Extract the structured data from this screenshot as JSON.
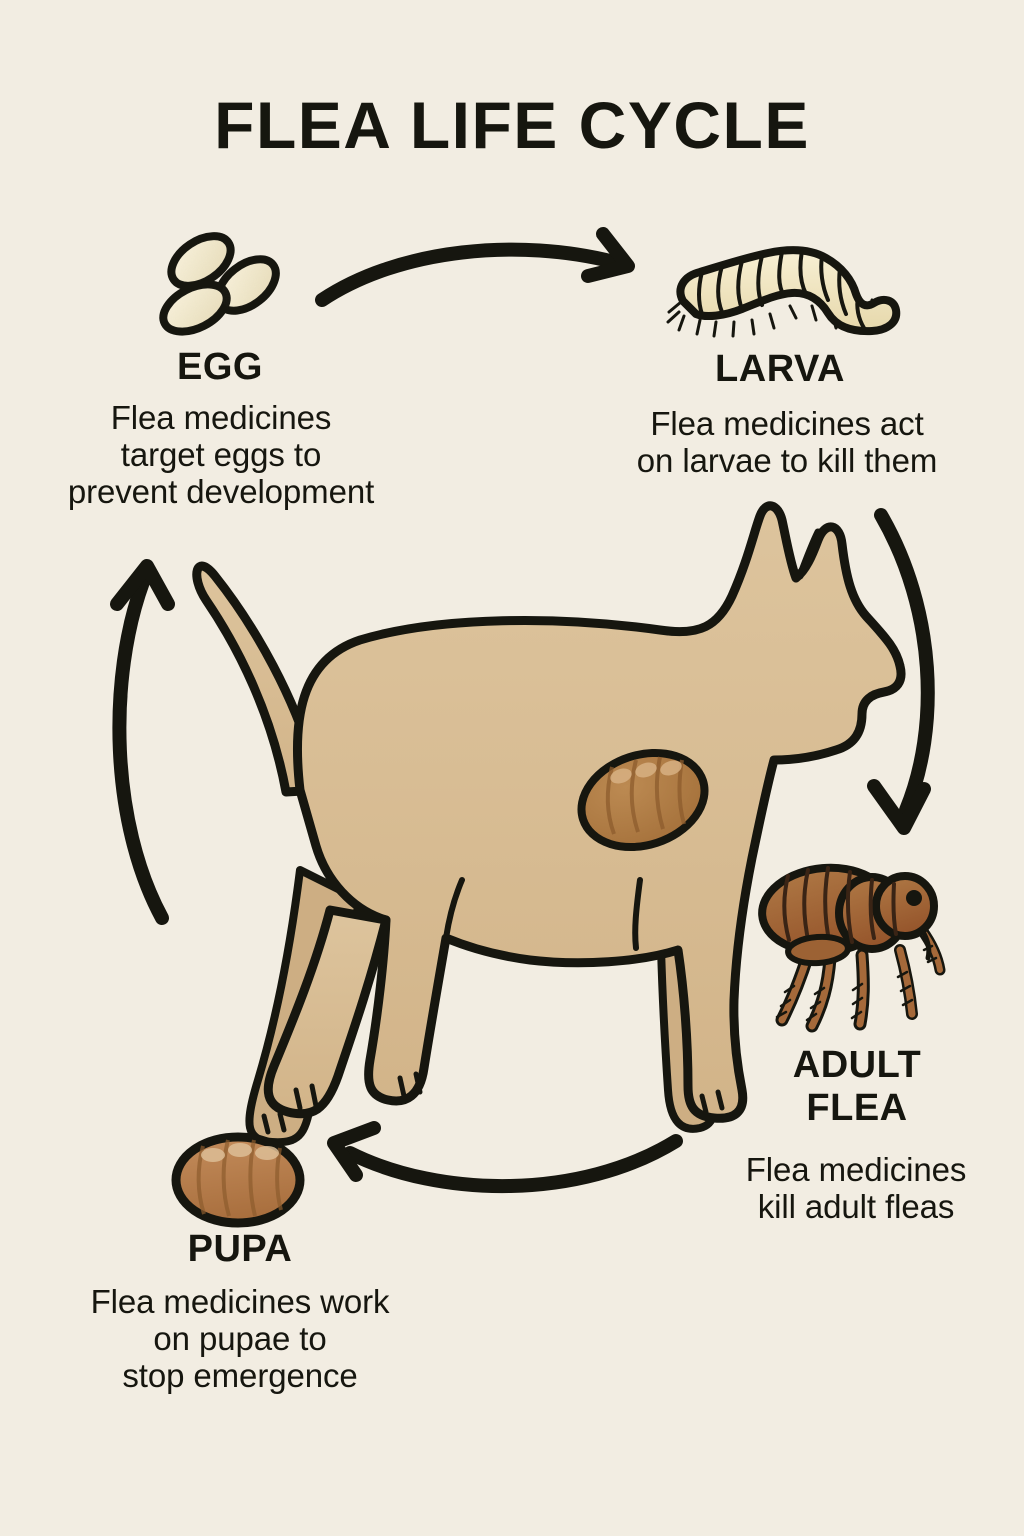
{
  "poster": {
    "title": "FLEA LIFE CYCLE",
    "background_color": "#f2ede2",
    "ink_color": "#16160f"
  },
  "stages": [
    {
      "id": "egg",
      "heading": "EGG",
      "body": "Flea medicines\ntarget eggs to\nprevent development",
      "icon": "flea-egg-icon",
      "fill_color": "#f0e7cb",
      "outline_color": "#16160f"
    },
    {
      "id": "larva",
      "heading": "LARVA",
      "body": "Flea medicines act\non larvae to kill them",
      "icon": "flea-larva-icon",
      "fill_color": "#f2e8c6",
      "outline_color": "#16160f"
    },
    {
      "id": "adult_flea",
      "heading": "ADULT\nFLEA",
      "body": "Flea medicines\nkill adult fleas",
      "icon": "adult-flea-icon",
      "fill_color": "#a5693a",
      "outline_color": "#16160f"
    },
    {
      "id": "pupa",
      "heading": "PUPA",
      "body": "Flea medicines work\non pupae to\nstop emergence",
      "icon": "flea-pupa-icon",
      "fill_color": "#b87f4e",
      "outline_color": "#16160f"
    }
  ],
  "arrows": [
    {
      "id": "egg-to-larva",
      "from": "egg",
      "to": "larva",
      "direction": "right"
    },
    {
      "id": "larva-to-flea",
      "from": "larva",
      "to": "adult_flea",
      "direction": "down"
    },
    {
      "id": "flea-to-pupa",
      "from": "adult_flea",
      "to": "pupa",
      "direction": "left"
    },
    {
      "id": "pupa-to-egg",
      "from": "pupa",
      "to": "egg",
      "direction": "up"
    }
  ],
  "dog": {
    "label": "dog-illustration",
    "body_color": "#d8bc93",
    "outline_color": "#16160f",
    "patch_color": "#b0793f"
  }
}
